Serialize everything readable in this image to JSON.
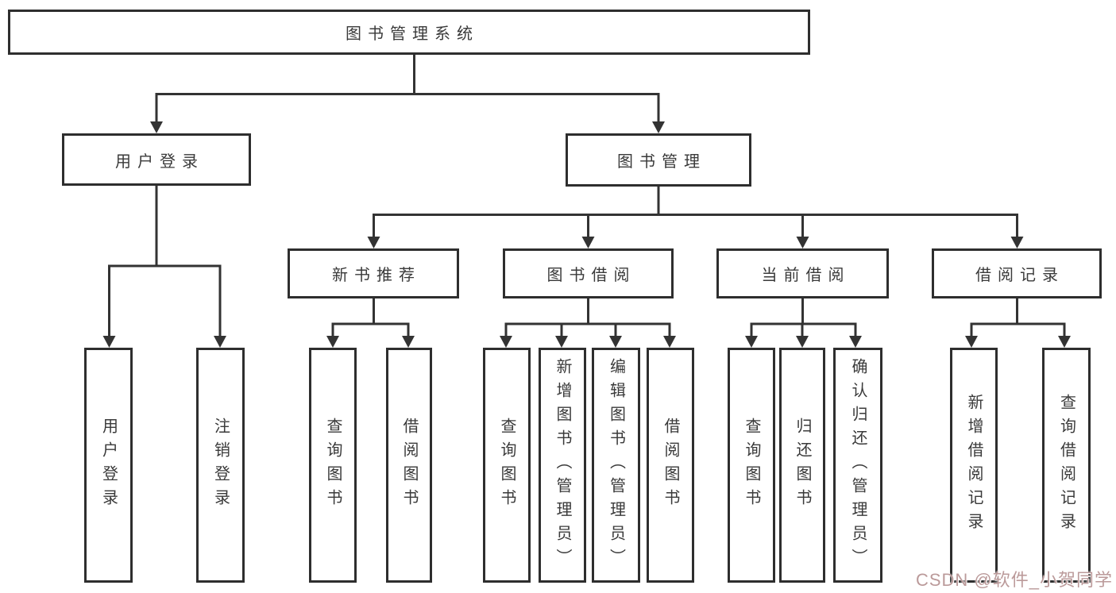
{
  "diagram_title": "图书管理系统",
  "tree": {
    "root": {
      "label": "图书管理系统"
    },
    "branches": [
      {
        "label": "用户登录",
        "children": [
          {
            "label": "用户登录"
          },
          {
            "label": "注销登录"
          }
        ]
      },
      {
        "label": "图书管理",
        "children": [
          {
            "label": "新书推荐",
            "children": [
              {
                "label": "查询图书"
              },
              {
                "label": "借阅图书"
              }
            ]
          },
          {
            "label": "图书借阅",
            "children": [
              {
                "label": "查询图书"
              },
              {
                "label": "新增图书（管理员）"
              },
              {
                "label": "编辑图书（管理员）"
              },
              {
                "label": "借阅图书"
              }
            ]
          },
          {
            "label": "当前借阅",
            "children": [
              {
                "label": "查询图书"
              },
              {
                "label": "归还图书"
              },
              {
                "label": "确认归还（管理员）"
              }
            ]
          },
          {
            "label": "借阅记录",
            "children": [
              {
                "label": "新增借阅记录"
              },
              {
                "label": "查询借阅记录"
              }
            ]
          }
        ]
      }
    ]
  },
  "watermark": {
    "text": "CSDN @软件_小贺同学",
    "color": "#bb9a9a"
  },
  "colors": {
    "line": "#333333",
    "border": "#2e2e2e",
    "text": "#3a3a3a",
    "background": "#ffffff"
  }
}
